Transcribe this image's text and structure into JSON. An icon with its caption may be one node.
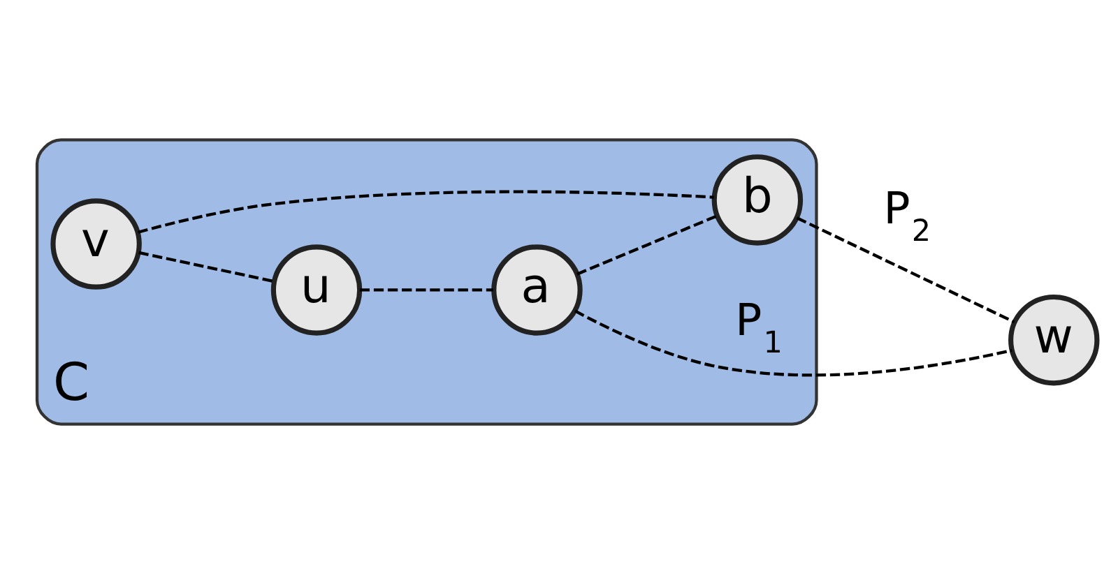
{
  "diagram": {
    "nodes": [
      {
        "text": [
          "C"
        ]
      },
      {
        "text": [
          "v"
        ],
        "in": 0
      },
      {
        "text": [
          "u"
        ],
        "in": 0
      },
      {
        "text": [
          "a"
        ],
        "in": 0
      },
      {
        "text": [
          "b"
        ],
        "in": 0
      },
      {
        "text": [
          "w"
        ]
      }
    ],
    "edges": [
      {
        "from": 1,
        "to": 2,
        "arrow": "none",
        "style": "dashed"
      },
      {
        "from": 2,
        "to": 3,
        "arrow": "none",
        "style": "dashed"
      },
      {
        "from": 1,
        "to": 4,
        "arrow": "none",
        "style": "dashed"
      },
      {
        "from": 3,
        "to": 4,
        "arrow": "none",
        "style": "dashed"
      },
      {
        "from": 3,
        "to": 5,
        "arrow": "none",
        "style": "dashed",
        "label": "P$_{1}$"
      },
      {
        "from": 4,
        "to": 5,
        "arrow": "none",
        "style": "dashed",
        "label": "P$_{2}$"
      }
    ]
  }
}
